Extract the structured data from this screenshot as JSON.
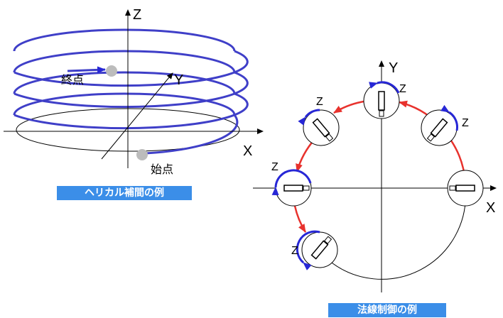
{
  "helical": {
    "axis_labels": {
      "z": "Z",
      "y": "Y",
      "x": "X"
    },
    "end_label": "終点",
    "start_label": "始点",
    "caption": "ヘリカル補間の例"
  },
  "normal": {
    "axis_labels": {
      "y": "Y",
      "x": "X"
    },
    "z_label": "Z",
    "tool_count": 6,
    "caption": "法線制御の例"
  },
  "colors": {
    "helix": "#3f3fc8",
    "base_ellipse": "#000000",
    "point": "#bcbcbc",
    "red_arrow": "#e8322d",
    "blue_arc": "#2727d6",
    "caption_bg": "#3b8ee8",
    "caption_text": "#ffffff"
  }
}
